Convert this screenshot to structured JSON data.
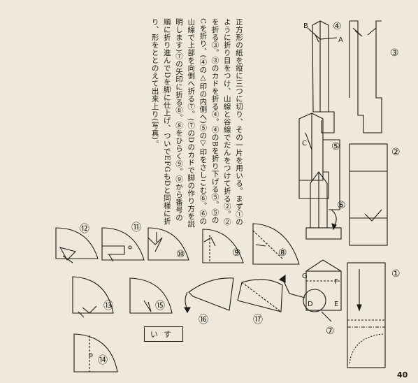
{
  "body_text": "正方形の紙を縦に三つに切り、その一片を用いる。まず①のように折り目をつけ、山線と谷線でだんをつけて折る②。②を折る③。③のカドを折る④。④のBを折り下げる⑤。⑤のCを折り、(④の△印の内側へ)⑤の▽印をさしこむ⑥。⑥の山線で上部を向側へ折る⑦。(⑦のDのカドで脚の作り方を説明します)⑦の矢印に折る⑧。⑧をひらく⑨。⑨から番号の順に折り進んでDを脚に仕上げ、ついでEFGもDと同様に折り、形をととのえて出来上り(写真)。",
  "title_label": "いす",
  "page_number": "40",
  "steps": {
    "s1": "①",
    "s2": "②",
    "s3": "③",
    "s4": "④",
    "s5": "⑤",
    "s6": "⑥",
    "s7": "⑦",
    "s8": "⑧",
    "s9": "⑨",
    "s10": "⑩",
    "s11": "⑪",
    "s12": "⑫",
    "s13": "⑬",
    "s14": "⑭",
    "s15": "⑮",
    "s16": "⑯",
    "s17": "⑰"
  },
  "letters": {
    "a": "A",
    "b": "B",
    "c": "C",
    "d": "D",
    "e": "E",
    "f": "F",
    "g": "G"
  }
}
